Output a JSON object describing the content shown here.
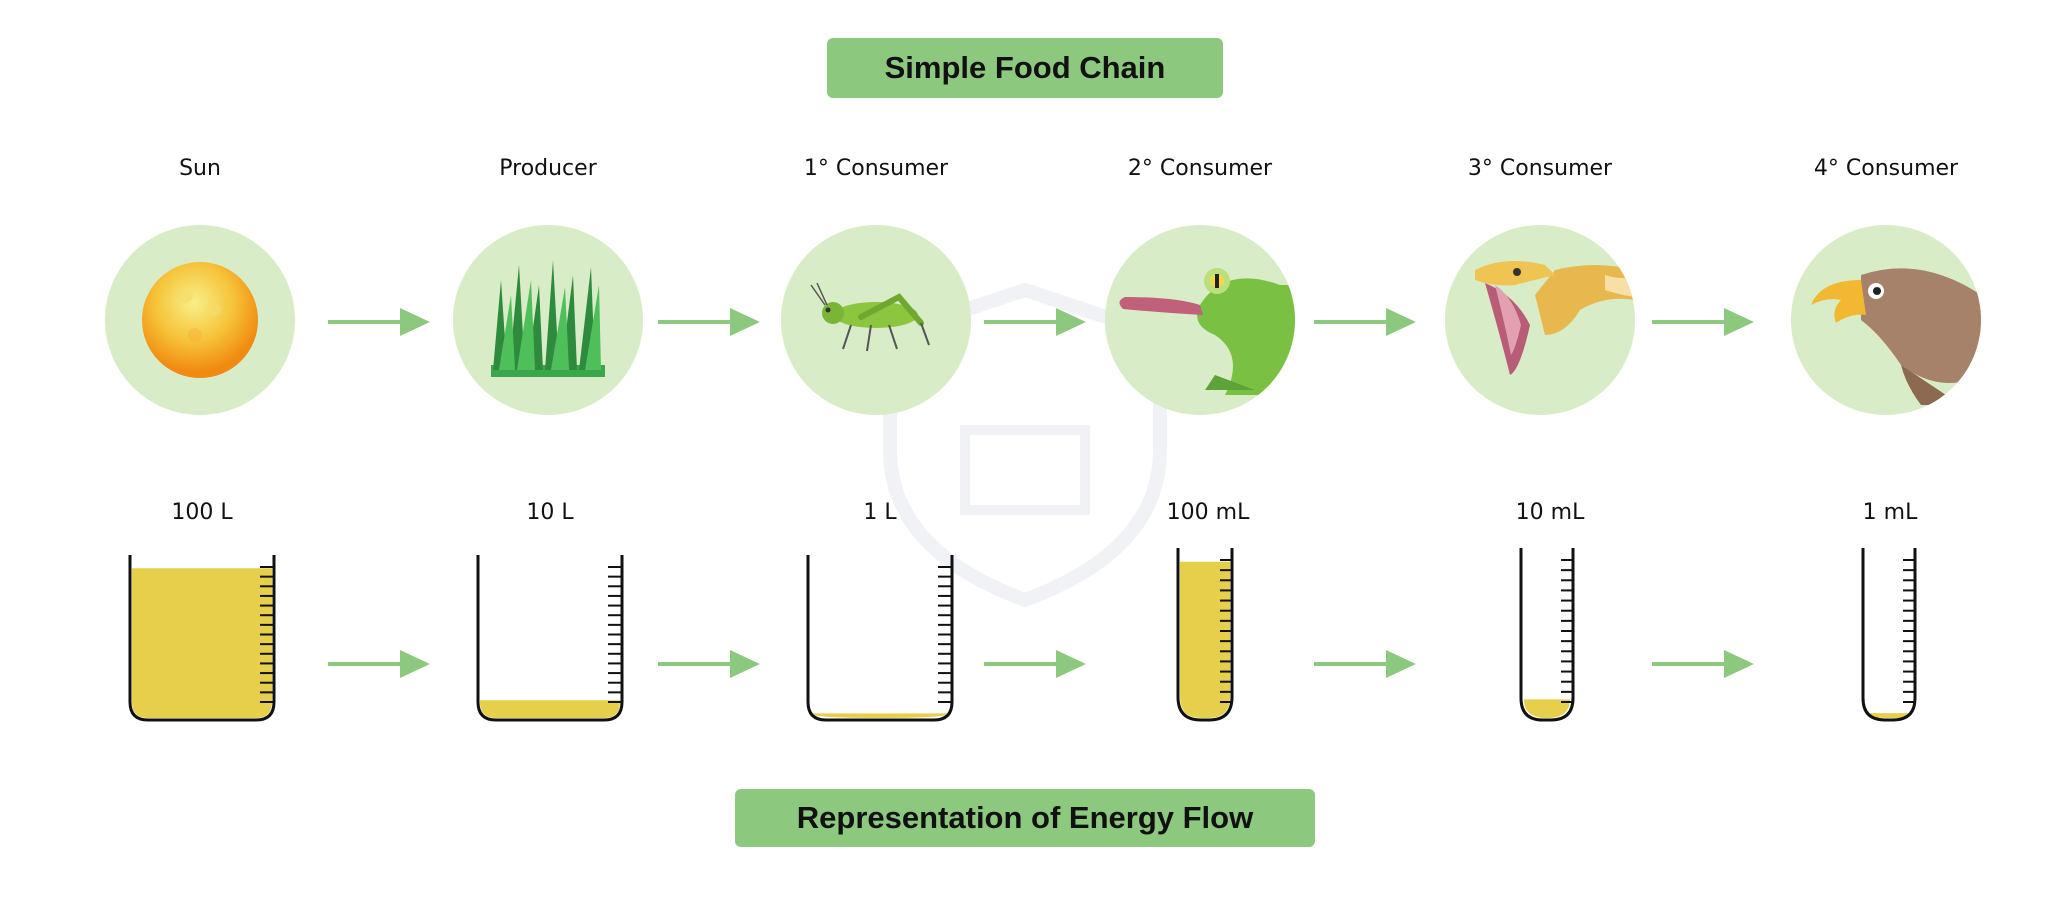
{
  "title": "Simple Food Chain",
  "footer": "Representation of Energy Flow",
  "stages": [
    {
      "label": "Sun",
      "icon": "sun-icon",
      "volume_label": "100 L",
      "fill_fraction": 0.92
    },
    {
      "label": "Producer",
      "icon": "grass-icon",
      "volume_label": "10 L",
      "fill_fraction": 0.12
    },
    {
      "label": "1° Consumer",
      "icon": "grasshopper-icon",
      "volume_label": "1 L",
      "fill_fraction": 0.04
    },
    {
      "label": "2° Consumer",
      "icon": "frog-icon",
      "volume_label": "100 mL",
      "fill_fraction": 0.92
    },
    {
      "label": "3° Consumer",
      "icon": "snake-icon",
      "volume_label": "10 mL",
      "fill_fraction": 0.12
    },
    {
      "label": "4° Consumer",
      "icon": "eagle-icon",
      "volume_label": "1 mL",
      "fill_fraction": 0.04
    }
  ],
  "colors": {
    "banner_green": "#8dc87f",
    "circle_bg": "#d8ecc8",
    "arrow_green": "#8dc87f",
    "liquid_yellow": "#e6cf4a"
  }
}
